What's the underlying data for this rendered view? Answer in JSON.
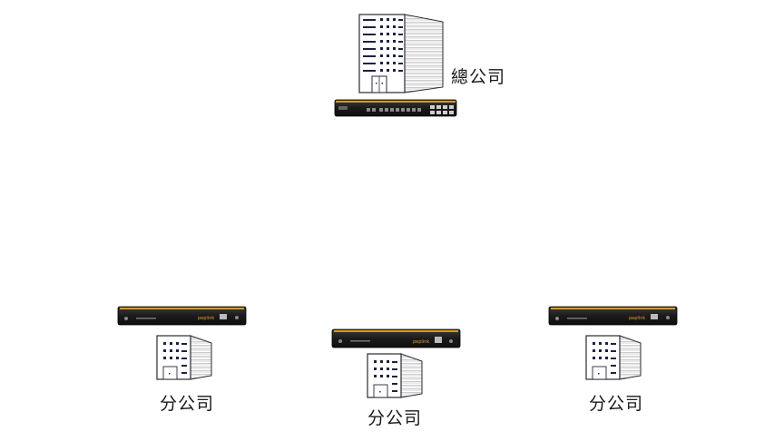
{
  "hq": {
    "label": "總公司"
  },
  "branches": [
    {
      "id": "left",
      "label": "分公司"
    },
    {
      "id": "center",
      "label": "分公司"
    },
    {
      "id": "right",
      "label": "分公司"
    }
  ],
  "colors": {
    "device_body": "#1b1b1b",
    "device_accent": "#d99a1c",
    "building_outline": "#2a2a3a",
    "building_window": "#1c2244",
    "background": "#ffffff"
  },
  "icons": {
    "hq_building": "office-tower-icon",
    "hq_router": "rack-router-icon",
    "branch_building": "small-office-icon",
    "branch_router": "desktop-router-icon"
  }
}
